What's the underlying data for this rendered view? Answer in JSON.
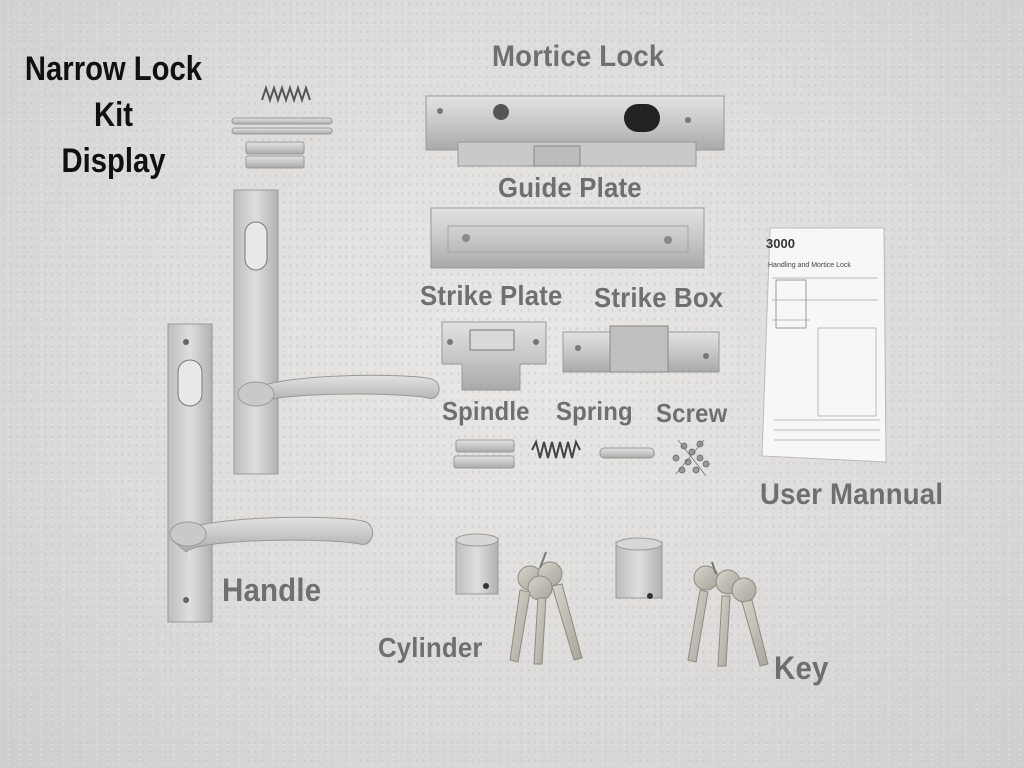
{
  "title_line1": "Narrow Lock Kit",
  "title_line2": "Display",
  "labels": {
    "mortice_lock": "Mortice Lock",
    "guide_plate": "Guide Plate",
    "strike_plate": "Strike Plate",
    "strike_box": "Strike Box",
    "spindle": "Spindle",
    "spring": "Spring",
    "screw": "Screw",
    "user_manual": "User Mannual",
    "handle": "Handle",
    "cylinder": "Cylinder",
    "key": "Key"
  },
  "manual": {
    "brand": "3000",
    "subtitle": "Handling and Mortice Lock"
  }
}
